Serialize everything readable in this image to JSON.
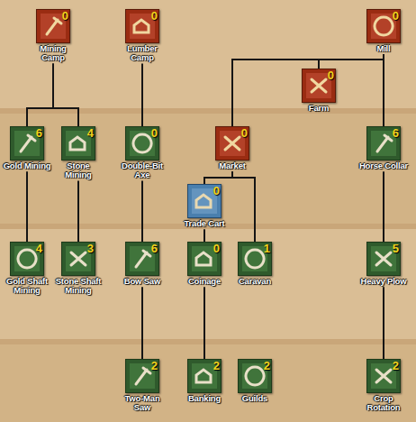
{
  "diagram": {
    "nodes": [
      {
        "text": [
          "Mining Camp",
          "0"
        ]
      },
      {
        "text": [
          "Lumber Camp",
          "0"
        ]
      },
      {
        "text": [
          "Mill",
          "0"
        ]
      },
      {
        "text": [
          "Farm",
          "0"
        ]
      },
      {
        "text": [
          "Gold Mining",
          "6"
        ]
      },
      {
        "text": [
          "Stone Mining",
          "4"
        ]
      },
      {
        "text": [
          "Double-Bit Axe",
          "0"
        ]
      },
      {
        "text": [
          "Market",
          "0"
        ]
      },
      {
        "text": [
          "Horse Collar",
          "6"
        ]
      },
      {
        "text": [
          "Trade Cart",
          "0"
        ]
      },
      {
        "text": [
          "Gold Shaft Mining",
          "4"
        ]
      },
      {
        "text": [
          "Stone Shaft Mining",
          "3"
        ]
      },
      {
        "text": [
          "Bow Saw",
          "6"
        ]
      },
      {
        "text": [
          "Coinage",
          "0"
        ]
      },
      {
        "text": [
          "Caravan",
          "1"
        ]
      },
      {
        "text": [
          "Heavy Plow",
          "5"
        ]
      },
      {
        "text": [
          "Two-Man Saw",
          "2"
        ]
      },
      {
        "text": [
          "Banking",
          "2"
        ]
      },
      {
        "text": [
          "Guilds",
          "2"
        ]
      },
      {
        "text": [
          "Crop Rotation",
          "2"
        ]
      }
    ],
    "edges": [
      {
        "from": 0,
        "to": 4,
        "arrow": "none"
      },
      {
        "from": 0,
        "to": 5,
        "arrow": "none"
      },
      {
        "from": 4,
        "to": 10,
        "arrow": "none"
      },
      {
        "from": 5,
        "to": 11,
        "arrow": "none"
      },
      {
        "from": 1,
        "to": 6,
        "arrow": "none"
      },
      {
        "from": 6,
        "to": 12,
        "arrow": "none"
      },
      {
        "from": 12,
        "to": 16,
        "arrow": "none"
      },
      {
        "from": 2,
        "to": 3,
        "arrow": "none"
      },
      {
        "from": 2,
        "to": 7,
        "arrow": "none"
      },
      {
        "from": 2,
        "to": 8,
        "arrow": "none"
      },
      {
        "from": 7,
        "to": 9,
        "arrow": "none"
      },
      {
        "from": 9,
        "to": 13,
        "arrow": "none"
      },
      {
        "from": 7,
        "to": 14,
        "arrow": "none"
      },
      {
        "from": 13,
        "to": 17,
        "arrow": "none"
      },
      {
        "from": 8,
        "to": 15,
        "arrow": "none"
      },
      {
        "from": 15,
        "to": 19,
        "arrow": "none"
      }
    ]
  }
}
